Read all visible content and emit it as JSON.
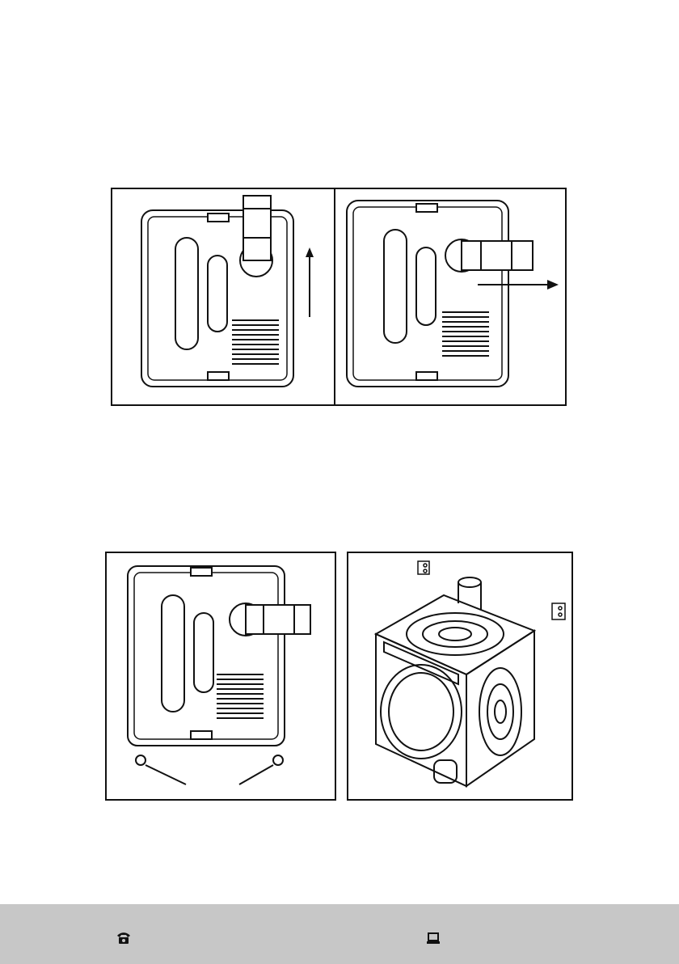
{
  "figures": [
    {
      "id": "fig1",
      "direction": "up"
    },
    {
      "id": "fig2",
      "direction": "right"
    },
    {
      "id": "fig3",
      "direction": "screws"
    },
    {
      "id": "fig4",
      "direction": "dryer-3d"
    }
  ],
  "footer": {
    "phone_icon": "telephone-icon",
    "computer_icon": "laptop-icon",
    "background": "#c7c7c7"
  }
}
